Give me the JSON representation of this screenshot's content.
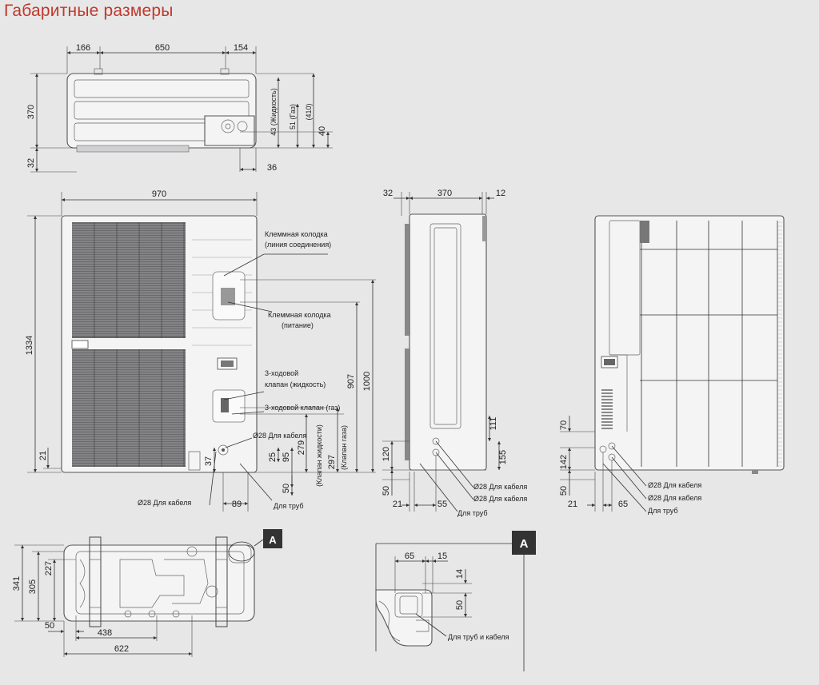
{
  "title": "Габаритные размеры",
  "callout_letter": "A",
  "top_view": {
    "dims": {
      "d166": "166",
      "d650": "650",
      "d154": "154",
      "d370": "370",
      "d32": "32",
      "d36": "36",
      "d40": "40"
    },
    "labels": {
      "liquid": "43 (Жидкость)",
      "gas": "51 (Газ)",
      "d410": "(410)"
    }
  },
  "front_view": {
    "dims": {
      "d970": "970",
      "d1334": "1334",
      "d21": "21",
      "d907": "907",
      "d1000": "1000",
      "d279": "279",
      "d297": "297",
      "d37": "37",
      "d25": "25",
      "d95": "95",
      "d50": "50",
      "d89": "89"
    },
    "labels": {
      "term_conn": "Клеммная колодка",
      "term_conn2": "(линия соединения)",
      "term_pow": "Клеммная колодка",
      "term_pow2": "(питание)",
      "valve_liq": "3-ходовой",
      "valve_liq2": "клапан (жидкость)",
      "valve_gas": "3-ходовой клапан (газ)",
      "cable1": "Ø28 Для кабеля",
      "cable2": "Ø28 Для кабеля",
      "pipes": "Для труб",
      "valve_liq_v": "(Клапан жидкости)",
      "valve_gas_v": "(Клапан газа)"
    }
  },
  "side_view": {
    "dims": {
      "d32": "32",
      "d370": "370",
      "d12": "12",
      "d111": "111",
      "d120": "120",
      "d155": "155",
      "d50": "50",
      "d21": "21",
      "d55": "55"
    },
    "labels": {
      "cable1": "Ø28 Для кабеля",
      "cable2": "Ø28 Для кабеля",
      "pipes": "Для труб"
    }
  },
  "rear_view": {
    "dims": {
      "d70": "70",
      "d142": "142",
      "d50": "50",
      "d21": "21",
      "d65": "65"
    },
    "labels": {
      "cable1": "Ø28 Для кабеля",
      "cable2": "Ø28 Для кабеля",
      "pipes": "Для труб"
    }
  },
  "bottom_view": {
    "dims": {
      "d341": "341",
      "d305": "305",
      "d227": "227",
      "d50": "50",
      "d438": "438",
      "d622": "622"
    }
  },
  "detail_a": {
    "dims": {
      "d65": "65",
      "d15": "15",
      "d14": "14",
      "d50": "50"
    },
    "labels": {
      "pipes_cables": "Для труб и кабеля"
    }
  }
}
